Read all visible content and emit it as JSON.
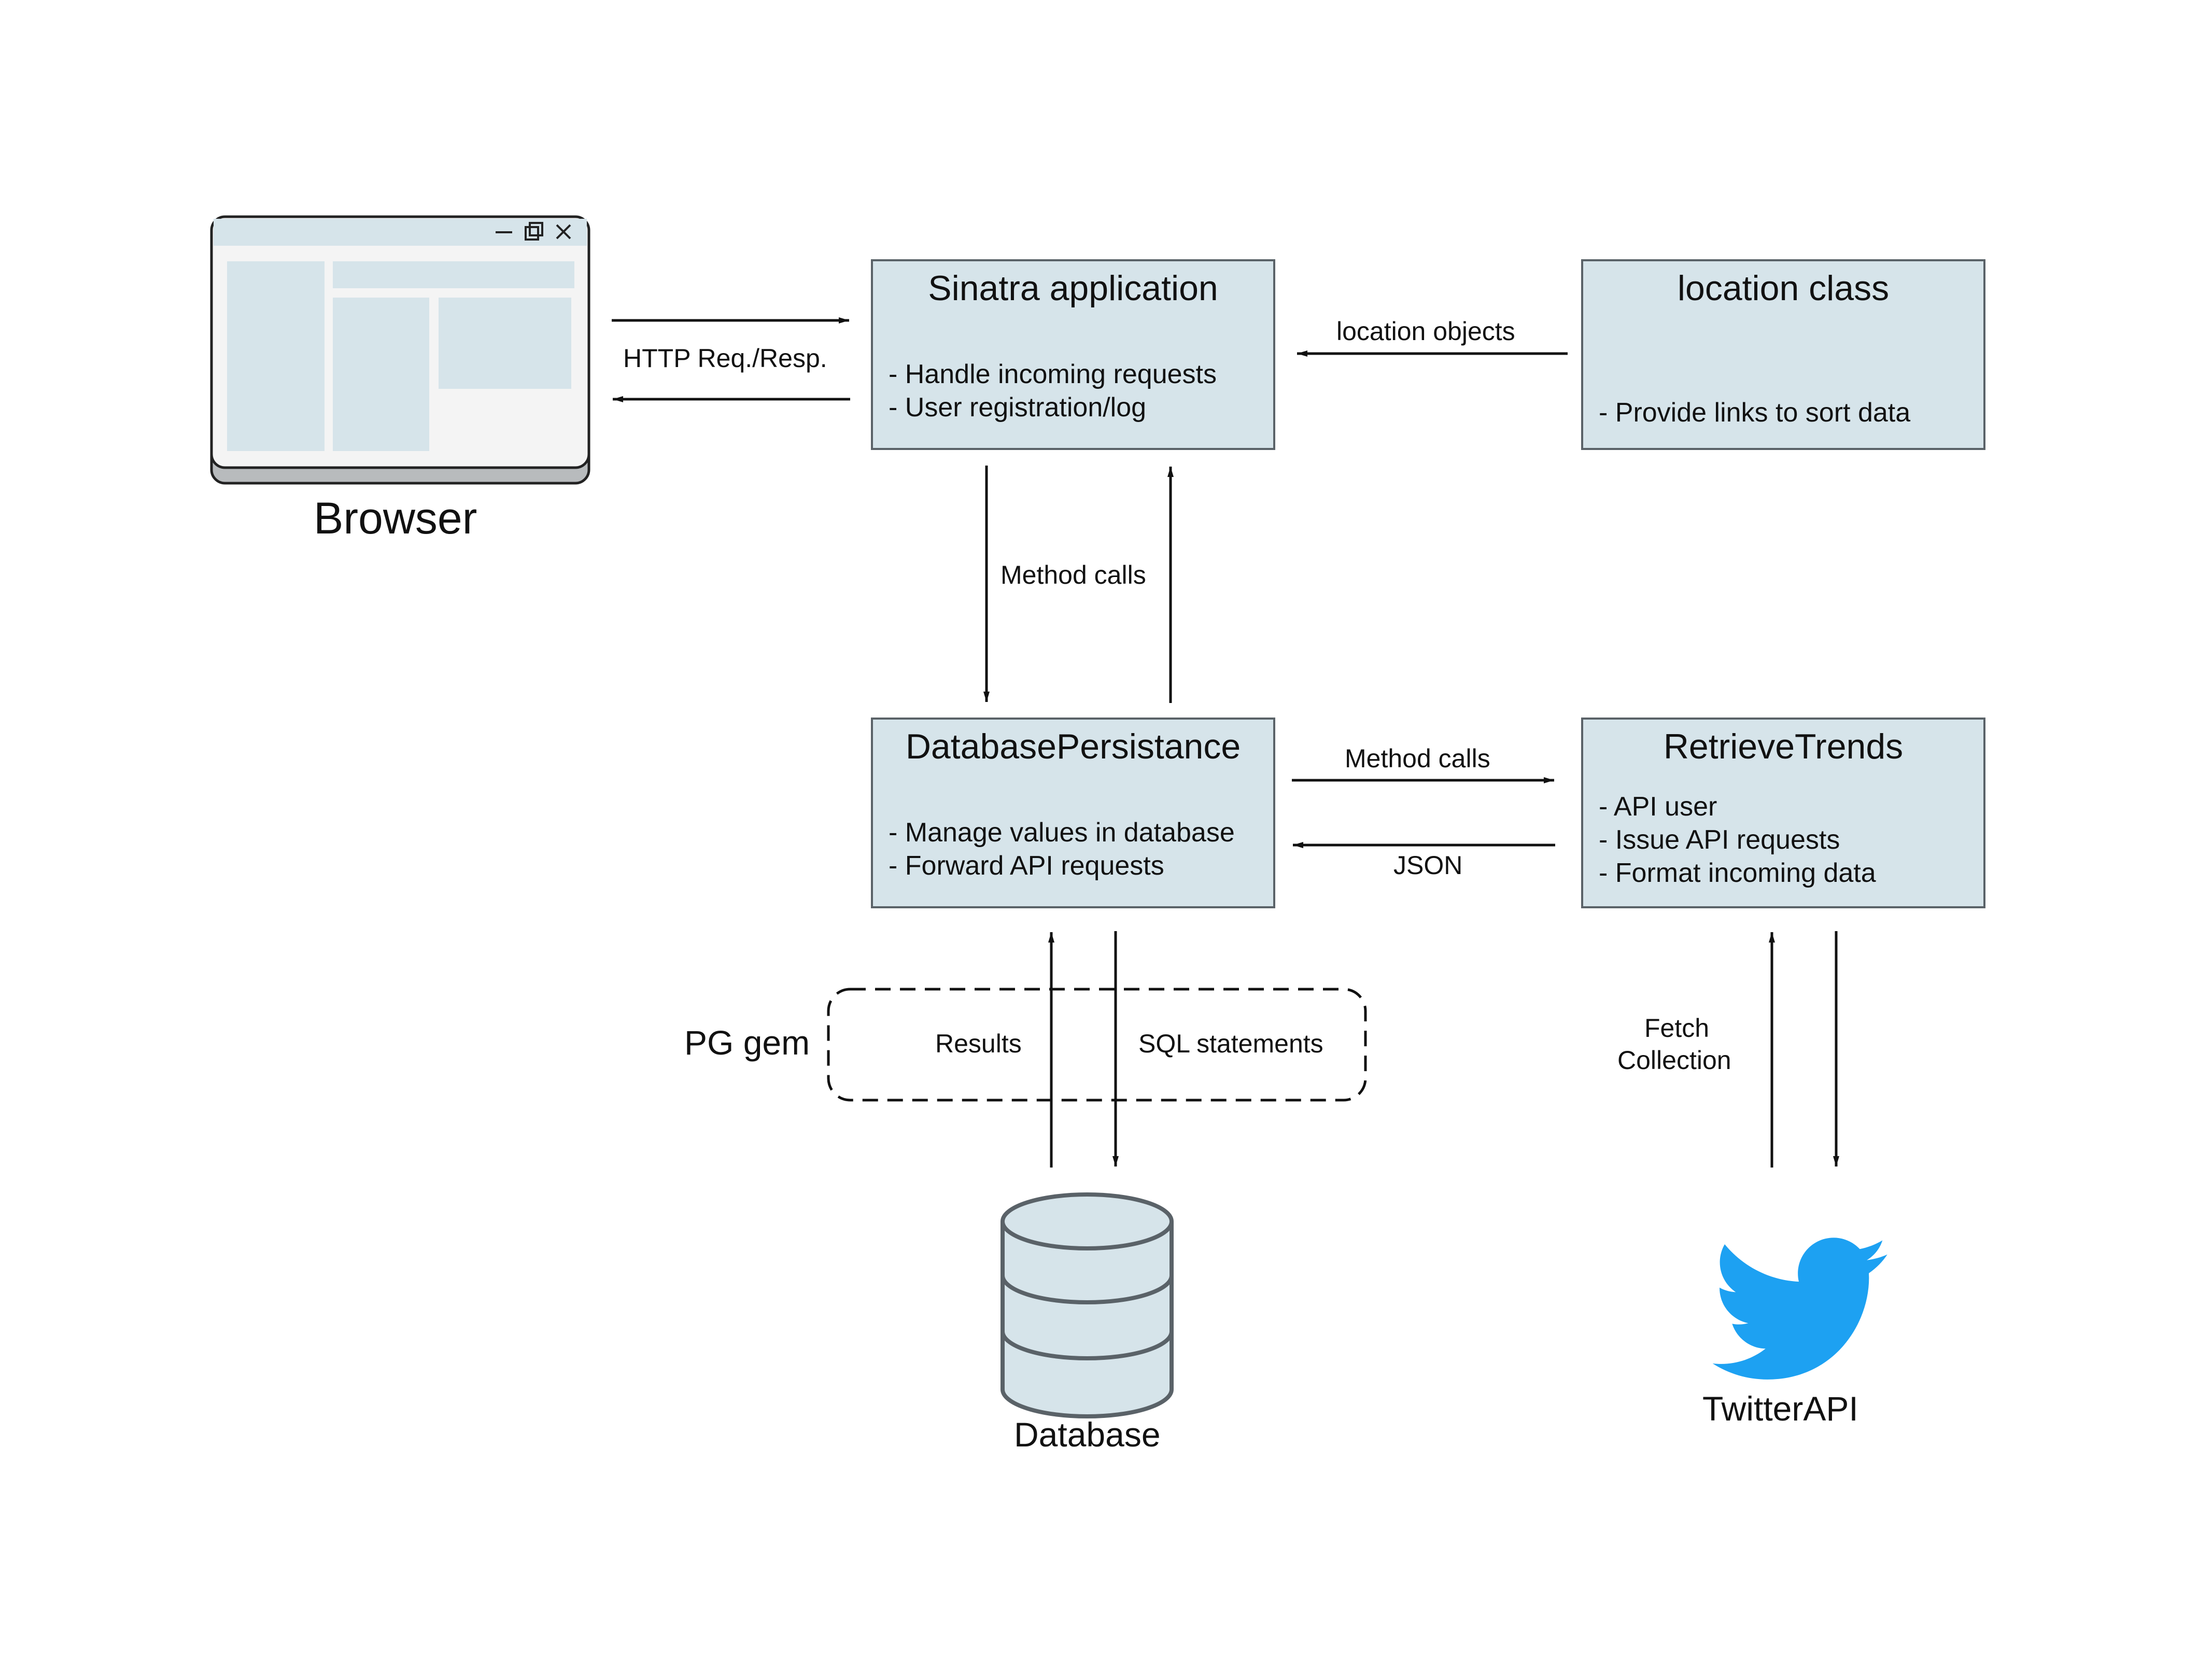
{
  "nodes": {
    "browser": {
      "label": "Browser"
    },
    "sinatra": {
      "title": "Sinatra application",
      "lines": [
        "- Handle incoming requests",
        "- User registration/log"
      ]
    },
    "location": {
      "title": "location class",
      "lines": [
        "- Provide links to sort data"
      ]
    },
    "dbpersist": {
      "title": "DatabasePersistance",
      "lines": [
        "- Manage values in database",
        "- Forward API requests"
      ]
    },
    "retrieve": {
      "title": "RetrieveTrends",
      "lines": [
        "- API user",
        "- Issue API requests",
        "- Format incoming data"
      ]
    },
    "database": {
      "label": "Database"
    },
    "twitter": {
      "label": "TwitterAPI"
    }
  },
  "edges": {
    "http": "HTTP Req./Resp.",
    "location_objects": "location objects",
    "method_calls_vertical": "Method calls",
    "method_calls_horizontal": "Method calls",
    "json": "JSON",
    "results": "Results",
    "sql": "SQL statements",
    "fetch_line1": "Fetch",
    "fetch_line2": "Collection"
  },
  "groups": {
    "pg_gem": "PG gem"
  },
  "colors": {
    "box_fill": "#d6e4ea",
    "box_border": "#5a6268",
    "twitter_blue": "#1da1f2",
    "line": "#111111"
  },
  "icons": [
    "browser-window-icon",
    "database-cylinder-icon",
    "twitter-bird-icon"
  ]
}
